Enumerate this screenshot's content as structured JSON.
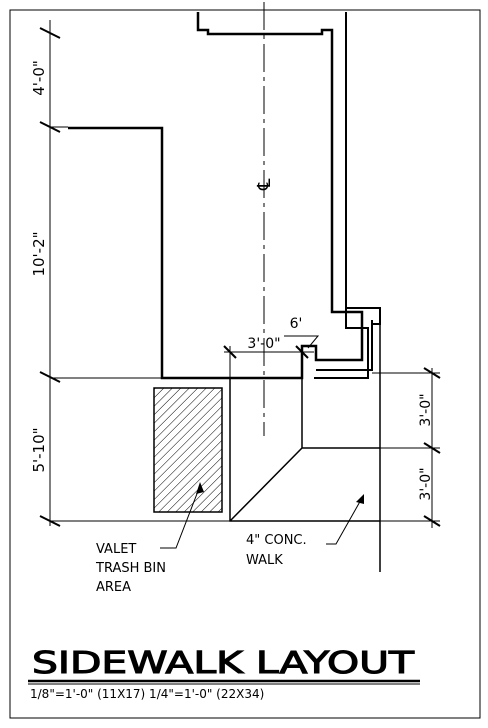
{
  "drawing": {
    "dimensions": {
      "upper_left": "4'-0\"",
      "middle_left": "10'-2\"",
      "lower_left": "5'-10\"",
      "opening": "3'-0\"",
      "offset": "6'",
      "right_upper": "3'-0\"",
      "right_lower": "3'-0\""
    },
    "centerline_symbol": "℄",
    "callouts": {
      "valet": [
        "VALET",
        "TRASH BIN",
        "AREA"
      ],
      "walk": [
        "4\" CONC.",
        "WALK"
      ]
    }
  },
  "title_block": {
    "title": "SIDEWALK LAYOUT",
    "scale": "1/8\"=1'-0\" (11X17)  1/4\"=1'-0\" (22X34)"
  },
  "colors": {
    "ink": "#000000",
    "paper": "#ffffff"
  }
}
